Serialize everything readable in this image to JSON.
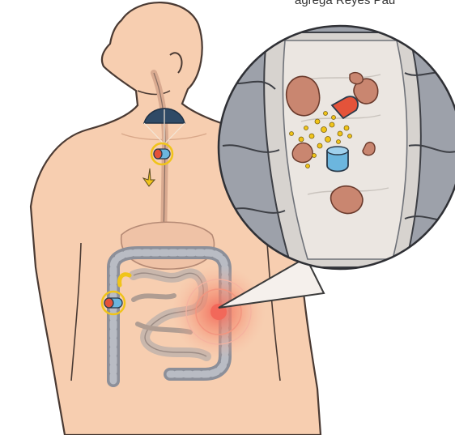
{
  "caption": {
    "text": "agrega Reyes Pau"
  },
  "colors": {
    "skin": "#f7ceb0",
    "skin_outline": "#4a3a33",
    "organ": "#efc2a6",
    "intestine": "#8c8f99",
    "intestine_light": "#b9bcc4",
    "lumen": "#ece6e0",
    "tumor": "#c98670",
    "capsule_red": "#e4533a",
    "capsule_blue": "#6cb6de",
    "particles": "#f0c419",
    "parachute": "#2f4a66",
    "glow": "#f2685a",
    "arrow": "#f0c419"
  },
  "icons": [
    "human-torso-figure",
    "capsule-icon",
    "parachute-icon",
    "down-arrow-icon",
    "magnified-intestine-inset",
    "tumor-icon",
    "glow-target-icon"
  ]
}
